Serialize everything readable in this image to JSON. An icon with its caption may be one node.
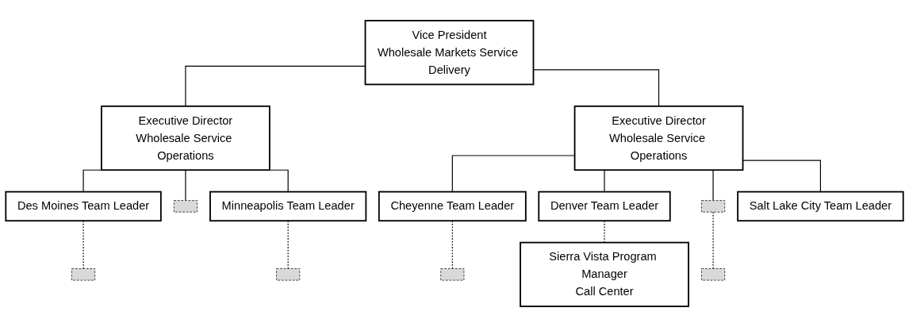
{
  "diagram": {
    "nodes": [
      {
        "text": [
          "Vice President",
          "Wholesale Markets Service Delivery"
        ]
      },
      {
        "text": [
          "Executive Director",
          "Wholesale Service Operations"
        ]
      },
      {
        "text": [
          "Executive Director",
          "Wholesale Service Operations"
        ]
      },
      {
        "text": [
          "Des Moines Team Leader"
        ]
      },
      {
        "text": [],
        "shape": "box"
      },
      {
        "text": [
          "Minneapolis Team Leader"
        ]
      },
      {
        "text": [
          "Cheyenne Team Leader"
        ]
      },
      {
        "text": [
          "Denver Team Leader"
        ]
      },
      {
        "text": [],
        "shape": "box"
      },
      {
        "text": [
          "Salt Lake City Team Leader"
        ]
      },
      {
        "text": [],
        "shape": "box"
      },
      {
        "text": [],
        "shape": "box"
      },
      {
        "text": [],
        "shape": "box"
      },
      {
        "text": [
          "Sierra Vista Program Manager",
          "Call Center"
        ]
      },
      {
        "text": [],
        "shape": "box"
      }
    ],
    "edges": [
      {
        "from": 0,
        "to": 1,
        "arrow": "none"
      },
      {
        "from": 0,
        "to": 2,
        "arrow": "none"
      },
      {
        "from": 1,
        "to": 3,
        "arrow": "none"
      },
      {
        "from": 1,
        "to": 4,
        "arrow": "none"
      },
      {
        "from": 1,
        "to": 5,
        "arrow": "none"
      },
      {
        "from": 2,
        "to": 6,
        "arrow": "none"
      },
      {
        "from": 2,
        "to": 7,
        "arrow": "none"
      },
      {
        "from": 2,
        "to": 8,
        "arrow": "none"
      },
      {
        "from": 2,
        "to": 9,
        "arrow": "none"
      },
      {
        "from": 3,
        "to": 10,
        "arrow": "none",
        "style": "dashed"
      },
      {
        "from": 5,
        "to": 11,
        "arrow": "none",
        "style": "dashed"
      },
      {
        "from": 6,
        "to": 12,
        "arrow": "none",
        "style": "dashed"
      },
      {
        "from": 7,
        "to": 13,
        "arrow": "none",
        "style": "dashed"
      },
      {
        "from": 8,
        "to": 14,
        "arrow": "none",
        "style": "dashed"
      }
    ]
  }
}
